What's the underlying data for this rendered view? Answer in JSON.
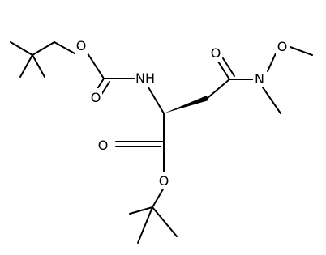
{
  "labels": {
    "o_boc_ether": "O",
    "o_boc_carbonyl": "O",
    "nh": "NH",
    "o_amide_carbonyl": "O",
    "n_amide": "N",
    "o_methoxy": "O",
    "o_ester_carbonyl": "O",
    "o_ester_ether": "O"
  },
  "colors": {
    "bond": "#000000",
    "text": "#000000",
    "background": "#ffffff"
  }
}
